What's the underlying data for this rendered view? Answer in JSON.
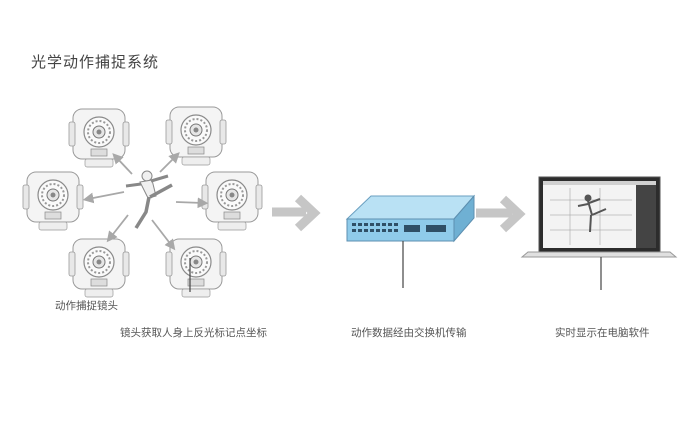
{
  "title": "光学动作捕捉系统",
  "cameras_label": "动作捕捉镜头",
  "steps": [
    {
      "label": "镜头获取人身上反光标记点坐标"
    },
    {
      "label": "动作数据经由交换机传输"
    },
    {
      "label": "实时显示在电脑软件"
    }
  ],
  "colors": {
    "arrow_big": "#c6c6c6",
    "arrow_small": "#a8a8a8",
    "switch_body": "#8fcbea",
    "line": "#555555"
  },
  "icons": [
    "camera-icon",
    "actor-icon",
    "network-switch-icon",
    "laptop-icon",
    "arrow-right-icon"
  ]
}
